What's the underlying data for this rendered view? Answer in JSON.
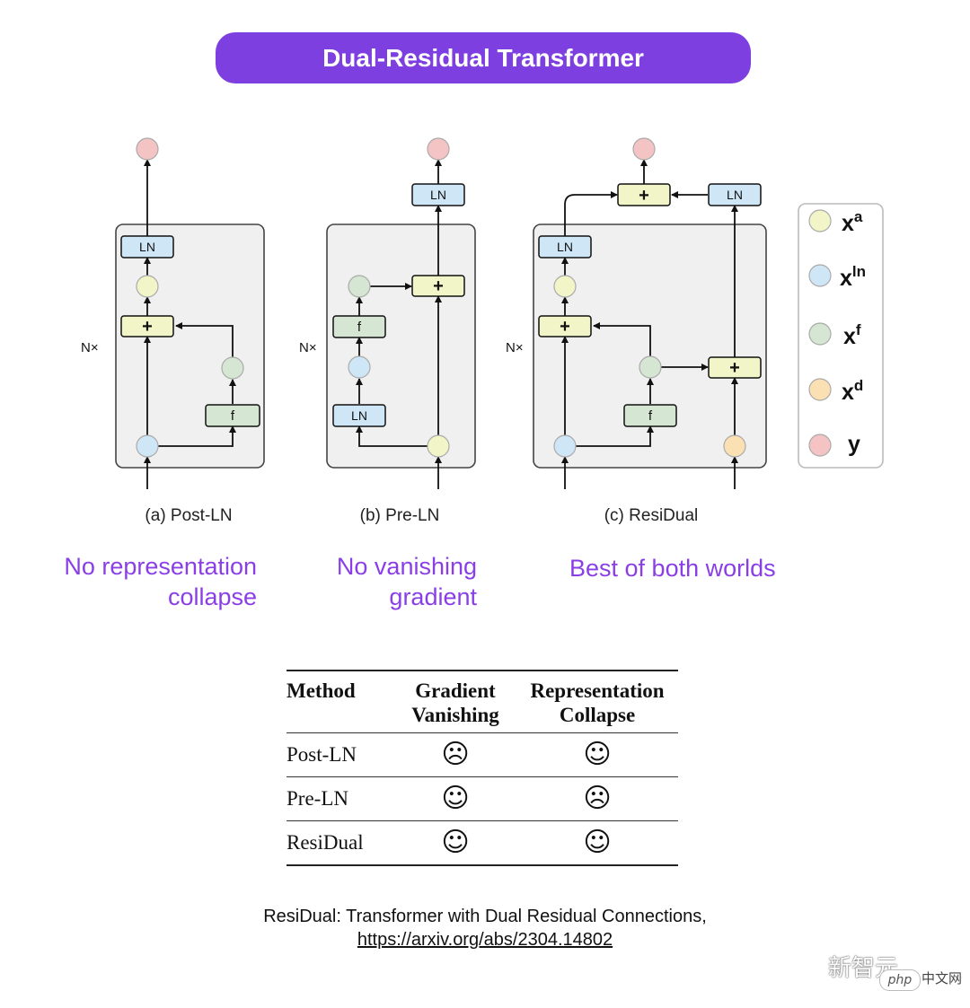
{
  "title": "Dual-Residual Transformer",
  "diagrams": {
    "post_ln": {
      "caption": "(a) Post-LN",
      "repeat_label": "N×",
      "ln_label": "LN",
      "plus_label": "+",
      "f_label": "f"
    },
    "pre_ln": {
      "caption": "(b) Pre-LN",
      "repeat_label": "N×",
      "ln_label": "LN",
      "plus_label": "+",
      "f_label": "f"
    },
    "residual": {
      "caption": "(c) ResiDual",
      "repeat_label": "N×",
      "ln_label": "LN",
      "plus_label": "+",
      "f_label": "f"
    }
  },
  "legend": {
    "items": [
      {
        "base": "x",
        "sup": "a",
        "color": "#f2f5c8"
      },
      {
        "base": "x",
        "sup": "ln",
        "color": "#cfe6f7"
      },
      {
        "base": "x",
        "sup": "f",
        "color": "#d5e6d2"
      },
      {
        "base": "x",
        "sup": "d",
        "color": "#fbe0b4"
      },
      {
        "base": "y",
        "sup": "",
        "color": "#f4c4c4"
      }
    ]
  },
  "highlights": {
    "post_ln_line1": "No representation",
    "post_ln_line2": "collapse",
    "pre_ln_line1": "No vanishing",
    "pre_ln_line2": "gradient",
    "residual": "Best of both worlds"
  },
  "table": {
    "headers": {
      "method": "Method",
      "gradient_line1": "Gradient",
      "gradient_line2": "Vanishing",
      "collapse_line1": "Representation",
      "collapse_line2": "Collapse"
    },
    "rows": [
      {
        "method": "Post-LN",
        "gradient": "☹",
        "collapse": "☺"
      },
      {
        "method": "Pre-LN",
        "gradient": "☺",
        "collapse": "☹"
      },
      {
        "method": "ResiDual",
        "gradient": "☺",
        "collapse": "☺"
      }
    ]
  },
  "reference": {
    "line1": "ResiDual: Transformer with Dual Residual Connections,",
    "link": "https://arxiv.org/abs/2304.14802"
  },
  "watermark": {
    "cn_name": "新智元",
    "php_badge": "php",
    "site": "中文网"
  },
  "colors": {
    "accent_purple": "#8a3fe6",
    "ln_box": "#cfe6f7",
    "plus_box": "#f2f5c8",
    "f_box": "#d5e6d2",
    "output_node": "#f4c4c4",
    "block_bg": "#f0f0f0"
  }
}
